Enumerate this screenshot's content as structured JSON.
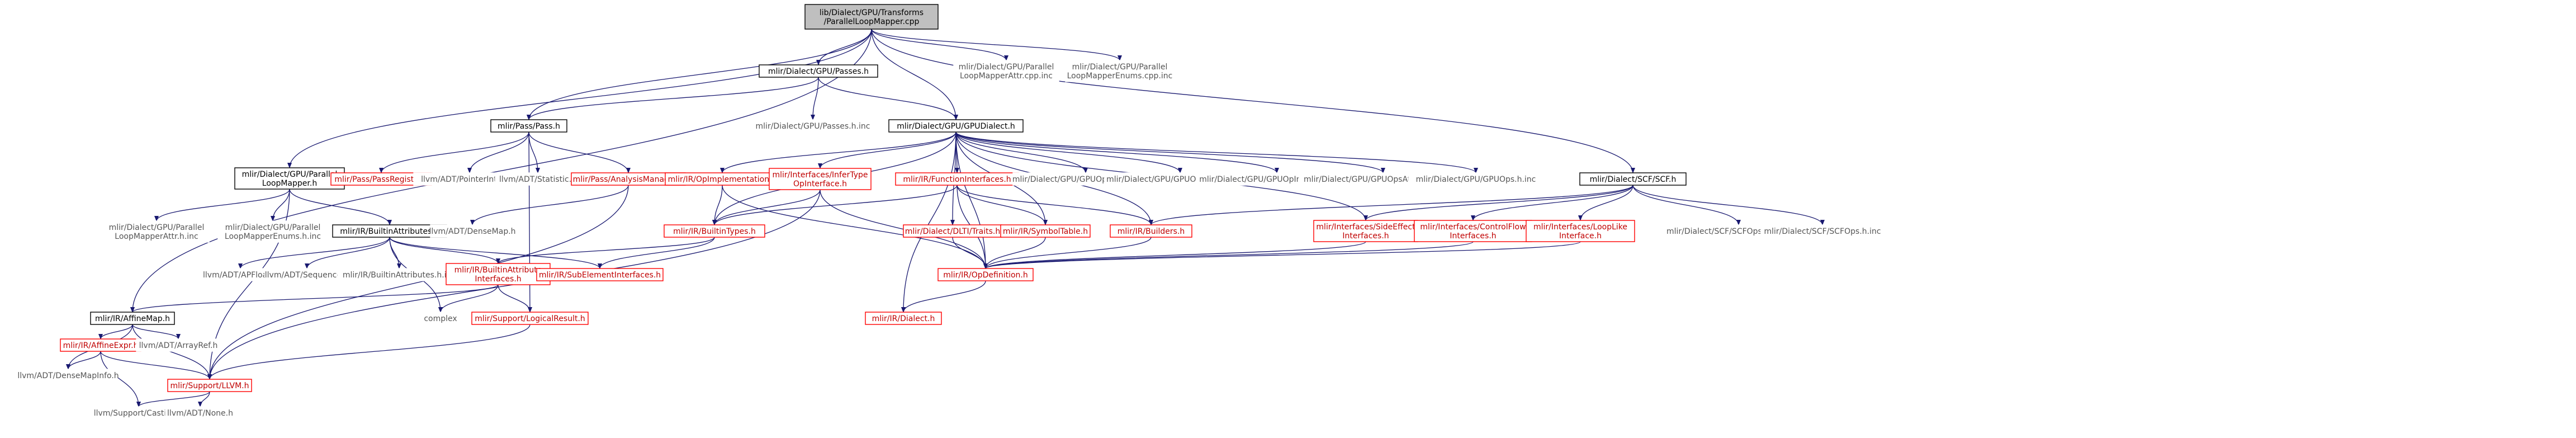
{
  "colors": {
    "root_fill": "#bfbfbf",
    "edge": "#191970",
    "border_black": "#000000",
    "border_red": "#ff0000",
    "text_gray": "#555555"
  },
  "nodes": [
    {
      "id": "root",
      "style": "root",
      "lines": [
        "lib/Dialect/GPU/Transforms",
        "/ParallelLoopMapper.cpp"
      ]
    },
    {
      "id": "passes",
      "style": "black",
      "lines": [
        "mlir/Dialect/GPU/Passes.h"
      ]
    },
    {
      "id": "pmattr_cpp",
      "style": "gray",
      "lines": [
        "mlir/Dialect/GPU/Parallel",
        "LoopMapperAttr.cpp.inc"
      ]
    },
    {
      "id": "pmenums_cpp",
      "style": "gray",
      "lines": [
        "mlir/Dialect/GPU/Parallel",
        "LoopMapperEnums.cpp.inc"
      ]
    },
    {
      "id": "passh",
      "style": "black",
      "lines": [
        "mlir/Pass/Pass.h"
      ]
    },
    {
      "id": "passes_inc",
      "style": "gray",
      "lines": [
        "mlir/Dialect/GPU/Passes.h.inc"
      ]
    },
    {
      "id": "gpudialect",
      "style": "black",
      "lines": [
        "mlir/Dialect/GPU/GPUDialect.h"
      ]
    },
    {
      "id": "plm",
      "style": "black",
      "lines": [
        "mlir/Dialect/GPU/Parallel",
        "LoopMapper.h"
      ]
    },
    {
      "id": "passreg",
      "style": "red",
      "lines": [
        "mlir/Pass/PassRegistry.h"
      ]
    },
    {
      "id": "ptrint",
      "style": "gray",
      "lines": [
        "llvm/ADT/PointerIntPair.h"
      ]
    },
    {
      "id": "statistic",
      "style": "gray",
      "lines": [
        "llvm/ADT/Statistic.h"
      ]
    },
    {
      "id": "pam",
      "style": "red",
      "lines": [
        "mlir/Pass/AnalysisManager.h"
      ]
    },
    {
      "id": "opimpl",
      "style": "red",
      "lines": [
        "mlir/IR/OpImplementation.h"
      ]
    },
    {
      "id": "infertype",
      "style": "red",
      "lines": [
        "mlir/Interfaces/InferType",
        "OpInterface.h"
      ]
    },
    {
      "id": "funcif",
      "style": "red",
      "lines": [
        "mlir/IR/FunctionInterfaces.h"
      ]
    },
    {
      "id": "gpuenums",
      "style": "gray",
      "lines": [
        "mlir/Dialect/GPU/GPUOpsEnums.h.inc"
      ]
    },
    {
      "id": "gpuopsdialect",
      "style": "gray",
      "lines": [
        "mlir/Dialect/GPU/GPUOpsDialect.h.inc"
      ]
    },
    {
      "id": "gpuopif",
      "style": "gray",
      "lines": [
        "mlir/Dialect/GPU/GPUOpInterfaces.h.inc"
      ]
    },
    {
      "id": "gpuattrs",
      "style": "gray",
      "lines": [
        "mlir/Dialect/GPU/GPUOpsAttributes.h.inc"
      ]
    },
    {
      "id": "gpuops",
      "style": "gray",
      "lines": [
        "mlir/Dialect/GPU/GPUOps.h.inc"
      ]
    },
    {
      "id": "scf",
      "style": "black",
      "lines": [
        "mlir/Dialect/SCF/SCF.h"
      ]
    },
    {
      "id": "pmattr_h",
      "style": "gray",
      "lines": [
        "mlir/Dialect/GPU/Parallel",
        "LoopMapperAttr.h.inc"
      ]
    },
    {
      "id": "pmenums_h",
      "style": "gray",
      "lines": [
        "mlir/Dialect/GPU/Parallel",
        "LoopMapperEnums.h.inc"
      ]
    },
    {
      "id": "builtinattrs",
      "style": "black",
      "lines": [
        "mlir/IR/BuiltinAttributes.h"
      ]
    },
    {
      "id": "densemap",
      "style": "gray",
      "lines": [
        "llvm/ADT/DenseMap.h"
      ]
    },
    {
      "id": "builtintypes",
      "style": "red",
      "lines": [
        "mlir/IR/BuiltinTypes.h"
      ]
    },
    {
      "id": "dlti",
      "style": "red",
      "lines": [
        "mlir/Dialect/DLTI/Traits.h"
      ]
    },
    {
      "id": "symtab",
      "style": "red",
      "lines": [
        "mlir/IR/SymbolTable.h"
      ]
    },
    {
      "id": "builders",
      "style": "red",
      "lines": [
        "mlir/IR/Builders.h"
      ]
    },
    {
      "id": "sideeffect",
      "style": "red",
      "lines": [
        "mlir/Interfaces/SideEffect",
        "Interfaces.h"
      ]
    },
    {
      "id": "controlflow",
      "style": "red",
      "lines": [
        "mlir/Interfaces/ControlFlow",
        "Interfaces.h"
      ]
    },
    {
      "id": "looplike",
      "style": "red",
      "lines": [
        "mlir/Interfaces/LoopLike",
        "Interface.h"
      ]
    },
    {
      "id": "scfdialect",
      "style": "gray",
      "lines": [
        "mlir/Dialect/SCF/SCFOpsDialect.h.inc"
      ]
    },
    {
      "id": "scfops",
      "style": "gray",
      "lines": [
        "mlir/Dialect/SCF/SCFOps.h.inc"
      ]
    },
    {
      "id": "apfloat",
      "style": "gray",
      "lines": [
        "llvm/ADT/APFloat.h"
      ]
    },
    {
      "id": "sequence",
      "style": "gray",
      "lines": [
        "llvm/ADT/Sequence.h"
      ]
    },
    {
      "id": "builtinattrs_inc",
      "style": "gray",
      "lines": [
        "mlir/IR/BuiltinAttributes.h.inc"
      ]
    },
    {
      "id": "builtinattrif",
      "style": "red",
      "lines": [
        "mlir/IR/BuiltinAttribute",
        "Interfaces.h"
      ]
    },
    {
      "id": "subelem",
      "style": "red",
      "lines": [
        "mlir/IR/SubElementInterfaces.h"
      ]
    },
    {
      "id": "opdef",
      "style": "red",
      "lines": [
        "mlir/IR/OpDefinition.h"
      ]
    },
    {
      "id": "affinemap",
      "style": "black",
      "lines": [
        "mlir/IR/AffineMap.h"
      ]
    },
    {
      "id": "complex",
      "style": "gray",
      "lines": [
        "complex"
      ]
    },
    {
      "id": "logicalresult",
      "style": "red",
      "lines": [
        "mlir/Support/LogicalResult.h"
      ]
    },
    {
      "id": "irdialect",
      "style": "red",
      "lines": [
        "mlir/IR/Dialect.h"
      ]
    },
    {
      "id": "affineexpr",
      "style": "red",
      "lines": [
        "mlir/IR/AffineExpr.h"
      ]
    },
    {
      "id": "arrayref",
      "style": "gray",
      "lines": [
        "llvm/ADT/ArrayRef.h"
      ]
    },
    {
      "id": "densemapinfo",
      "style": "gray",
      "lines": [
        "llvm/ADT/DenseMapInfo.h"
      ]
    },
    {
      "id": "llvmh",
      "style": "red",
      "lines": [
        "mlir/Support/LLVM.h"
      ]
    },
    {
      "id": "casting",
      "style": "gray",
      "lines": [
        "llvm/Support/Casting.h"
      ]
    },
    {
      "id": "none",
      "style": "gray",
      "lines": [
        "llvm/ADT/None.h"
      ]
    }
  ]
}
